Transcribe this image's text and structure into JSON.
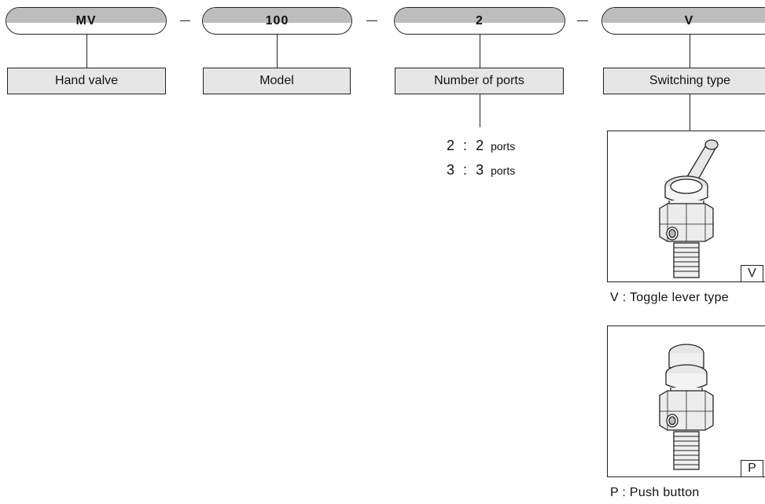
{
  "segments": [
    {
      "code": "MV",
      "label": "Hand valve"
    },
    {
      "code": "100",
      "label": "Model"
    },
    {
      "code": "2",
      "label": "Number of ports"
    },
    {
      "code": "V",
      "label": "Switching type"
    }
  ],
  "ports_options": [
    {
      "key": "2",
      "sep": ":",
      "value": "2",
      "unit": "ports"
    },
    {
      "key": "3",
      "sep": ":",
      "value": "3",
      "unit": "ports"
    }
  ],
  "switching_options": [
    {
      "tag": "V",
      "caption": "V : Toggle lever type",
      "icon": "toggle-lever-valve"
    },
    {
      "tag": "P",
      "caption": "P : Push button",
      "icon": "push-button-valve"
    }
  ],
  "colors": {
    "pill_fill": "#bdbdbd",
    "label_fill": "#e6e6e6",
    "line": "#222222"
  }
}
